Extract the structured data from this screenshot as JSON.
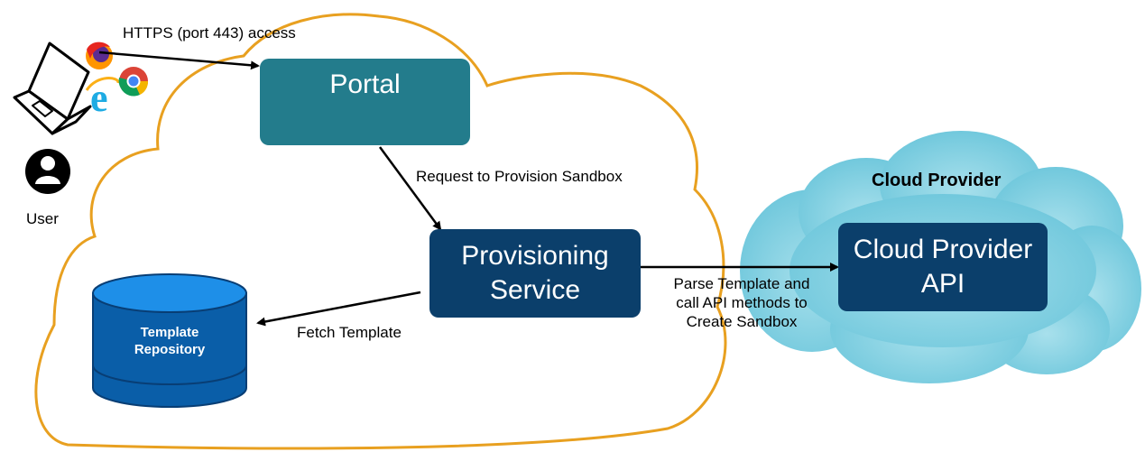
{
  "user": {
    "label": "User"
  },
  "browsers": [
    "firefox-icon",
    "chrome-icon",
    "internet-explorer-icon"
  ],
  "edges": {
    "https_access": "HTTPS (port 443) access",
    "request_provision": "Request to Provision Sandbox",
    "fetch_template": "Fetch Template",
    "parse_template_lines": [
      "Parse Template and",
      "call API methods to",
      "Create Sandbox"
    ]
  },
  "nodes": {
    "portal": "Portal",
    "provisioning_lines": [
      "Provisioning",
      "Service"
    ],
    "repository_lines": [
      "Template",
      "Repository"
    ],
    "cloud_provider_title": "Cloud Provider",
    "cloud_api_lines": [
      "Cloud Provider",
      "API"
    ]
  },
  "colors": {
    "main_cloud_outline": "#E8A020",
    "portal_fill": "#237C8C",
    "dark_box_fill": "#0B3F6B",
    "repo_fill": "#0A5EA8",
    "repo_top": "#1E8FE8",
    "provider_cloud": "#7ECFDE"
  }
}
